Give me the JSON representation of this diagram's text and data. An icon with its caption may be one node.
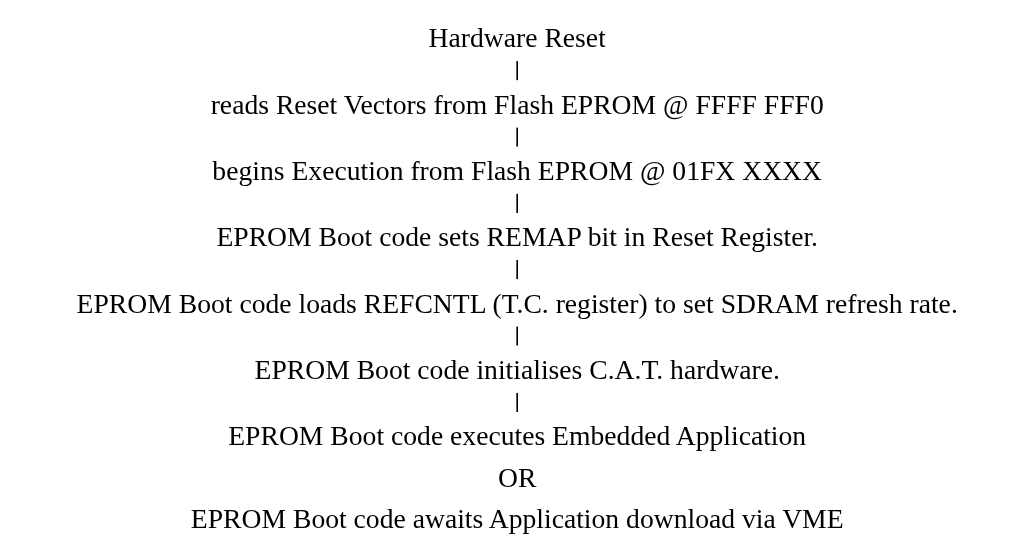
{
  "diagram": {
    "nodes": [
      {
        "text": [
          "Hardware Reset"
        ]
      },
      {
        "text": [
          "reads Reset Vectors from Flash EPROM @ FFFF FFF0"
        ]
      },
      {
        "text": [
          "begins Execution from Flash EPROM @ 01FX XXXX"
        ]
      },
      {
        "text": [
          "EPROM Boot code sets REMAP bit in Reset Register."
        ]
      },
      {
        "text": [
          "EPROM Boot code loads REFCNTL (T.C. register) to set SDRAM refresh rate."
        ]
      },
      {
        "text": [
          "EPROM Boot code initialises C.A.T. hardware."
        ]
      },
      {
        "text": [
          "EPROM Boot code executes Embedded Application",
          "OR",
          "EPROM Boot code awaits Application download via VME"
        ]
      }
    ],
    "edges": [
      {
        "from": 0,
        "to": 1,
        "arrow": "none"
      },
      {
        "from": 1,
        "to": 2,
        "arrow": "none"
      },
      {
        "from": 2,
        "to": 3,
        "arrow": "none"
      },
      {
        "from": 3,
        "to": 4,
        "arrow": "none"
      },
      {
        "from": 4,
        "to": 5,
        "arrow": "none"
      },
      {
        "from": 5,
        "to": 6,
        "arrow": "none"
      }
    ]
  }
}
